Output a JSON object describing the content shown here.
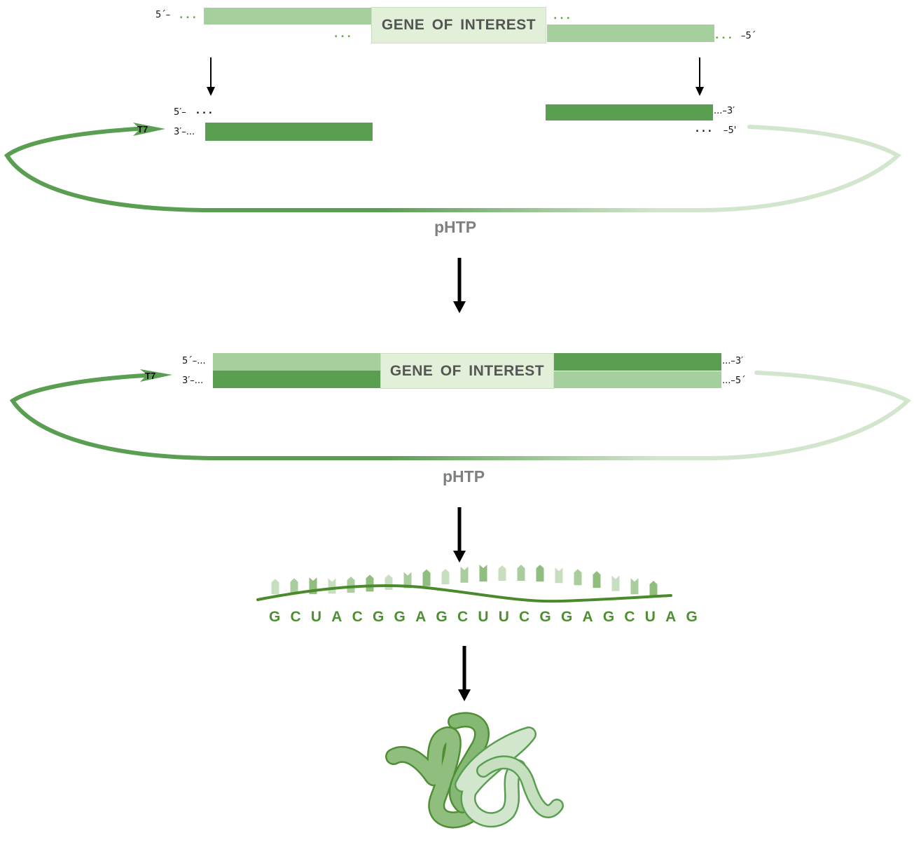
{
  "stage1_gene": {
    "label": "GENE OF INTEREST",
    "top_left_end": "5´–",
    "top_left_dots": "...",
    "top_right_dots": "...",
    "bottom_left_dots": "...",
    "bottom_right_dots": "...",
    "bottom_right_end": "–5´"
  },
  "stage2_vector": {
    "left_top_end": "5′–",
    "left_top_dots": "...",
    "left_bottom_end": "3′–...",
    "right_top_end": "...–3′",
    "right_bottom_dots": "...",
    "right_bottom_end": "–5'",
    "promoter": "T7",
    "plasmid_name": "pHTP"
  },
  "stage3_construct": {
    "label": "GENE OF INTEREST",
    "left_top_end": "5´–...",
    "left_bottom_end": "3′–...",
    "right_top_end": "...–3′",
    "right_bottom_end": "...–5´",
    "promoter": "T7",
    "plasmid_name": "pHTP"
  },
  "stage4_mrna": {
    "sequence": "GCUACGGAGCUUCGGAGCUAG"
  },
  "stage5_protein": {
    "icon": "folded-protein-icon"
  },
  "colors": {
    "light_green": "#a6cf9e",
    "dark_green": "#5a9e52",
    "gene_box": "#e2efd9",
    "rna_green": "#4f8f33",
    "label_gray": "#7f7f7f"
  }
}
